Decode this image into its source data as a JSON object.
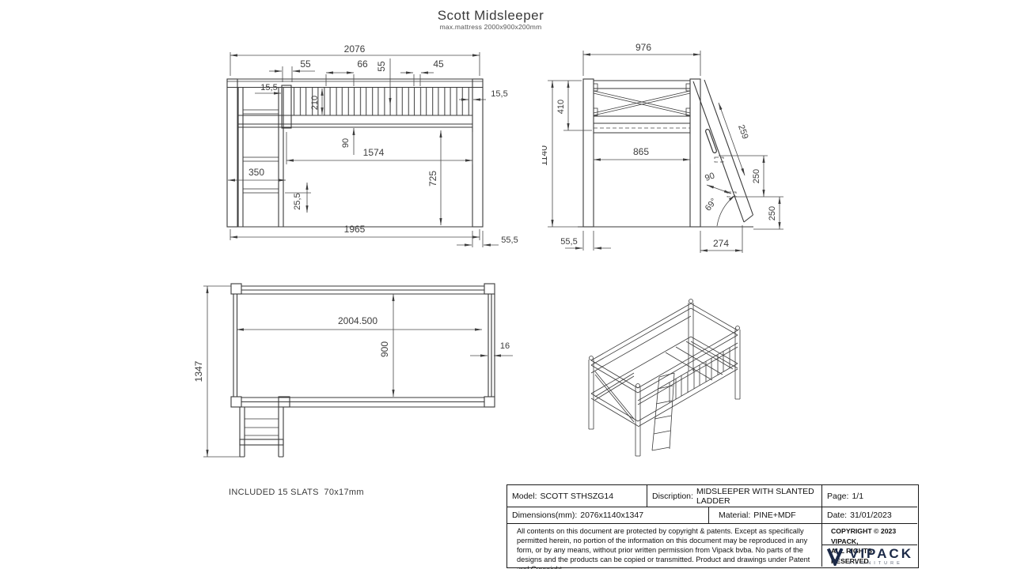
{
  "title": "Scott Midsleeper",
  "subtitle": "max.mattress 2000x900x200mm",
  "note": "INCLUDED 15 SLATS  70x17mm",
  "colors": {
    "line": "#3a3a3a",
    "brand_navy": "#1b2947"
  },
  "views": {
    "front": {
      "dims": {
        "w2076": "2076",
        "s55a": "55",
        "s66": "66",
        "s55b": "55",
        "s45": "45",
        "g155l": "15,5",
        "g155r": "15,5",
        "r210": "210",
        "b90": "90",
        "i1574": "1574",
        "h725": "725",
        "l350": "350",
        "l255": "25,5",
        "b1965": "1965",
        "p555": "55,5"
      }
    },
    "side": {
      "dims": {
        "w976": "976",
        "r410": "410",
        "h1140": "1140",
        "i865": "865",
        "l259": "259",
        "l90": "90",
        "s250a": "250",
        "s250b": "250",
        "a69": "69°",
        "p555": "55,5",
        "o274": "274"
      }
    },
    "top": {
      "dims": {
        "l2004": "2004.500",
        "w900": "900",
        "t16": "16",
        "d1347": "1347"
      }
    }
  },
  "title_block": {
    "model_label": "Model:",
    "model_value": "SCOTT STHSZG14",
    "description_label": "Discription:",
    "description_value": "MIDSLEEPER WITH SLANTED LADDER",
    "page_label": "Page:",
    "page_value": "1/1",
    "dimensions_label": "Dimensions(mm):",
    "dimensions_value": "2076x1140x1347",
    "material_label": "Material:",
    "material_value": "PINE+MDF",
    "date_label": "Date:",
    "date_value": "31/01/2023",
    "legal": "All contents on this document are protected by copyright & patents. Except as specifically permitted herein, no portion of the information on this document may be reproduced in any form, or by any means, without prior written permission from Vipack bvba. No parts of the designs and the products can be copied or transmitted. Product and drawings under Patent and Copyright.",
    "copyright_line1": "COPYRIGHT  © 2023 VIPACK,",
    "copyright_line2": "ALL RIGHTS RESERVED",
    "brand": "VIPACK",
    "brand_sub": "FURNITURE"
  }
}
